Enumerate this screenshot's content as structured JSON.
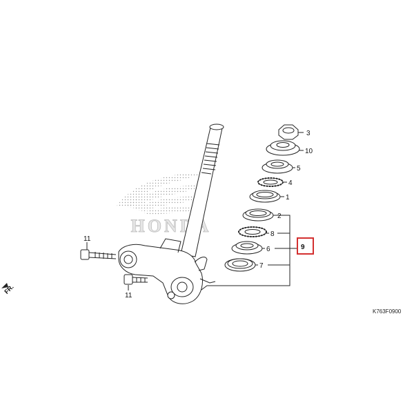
{
  "watermark": {
    "brand_text": "HONDA"
  },
  "diagram_code": "K763F0900",
  "direction": {
    "text": "FR."
  },
  "highlight": {
    "label": "9",
    "color": "#d32f2f"
  },
  "labels": {
    "p3": "3",
    "p10": "10",
    "p5": "5",
    "p4": "4",
    "p1": "1",
    "p2": "2",
    "p8": "8",
    "p6": "6",
    "p7": "7",
    "p11a": "11",
    "p11b": "11"
  }
}
